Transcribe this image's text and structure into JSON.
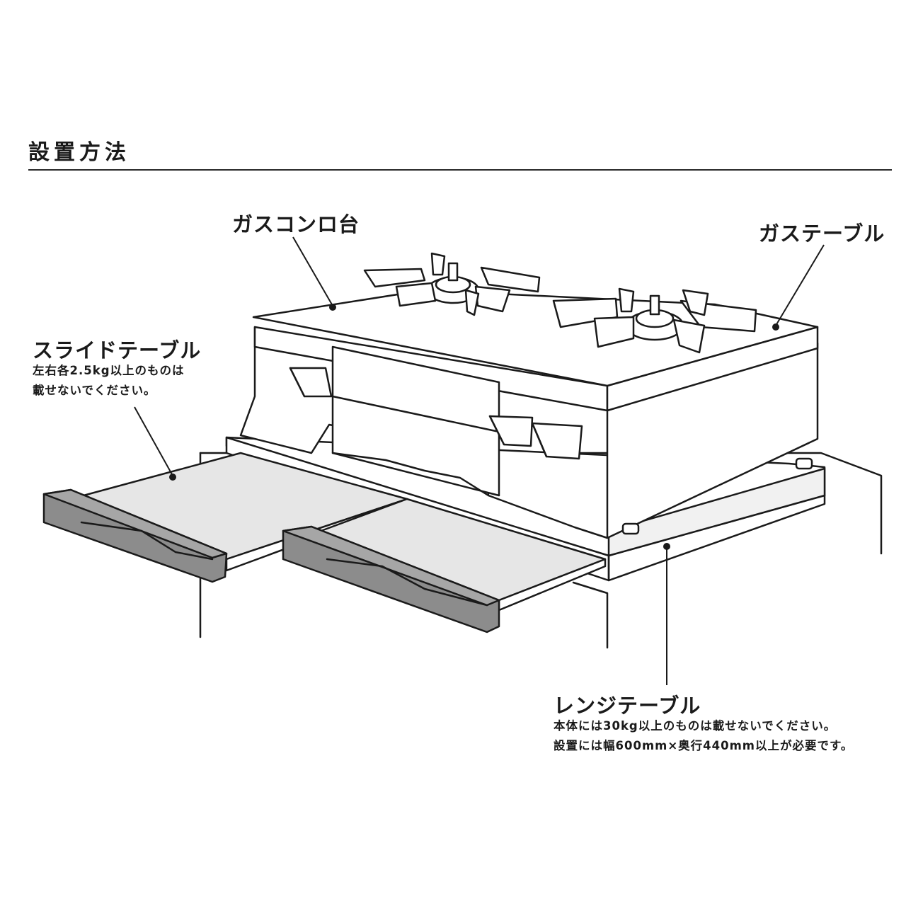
{
  "header": {
    "title": "設置方法"
  },
  "labels": {
    "stand": "ガスコンロ台",
    "gas_table": "ガステーブル",
    "slide_table": {
      "name": "スライドテーブル",
      "note_line1": "左右各2.5kg以上のものは",
      "note_line2": "載せないでください。"
    },
    "range_table": {
      "name": "レンジテーブル",
      "note_line1": "本体には30kg以上のものは載せないでください。",
      "note_line2": "設置には幅600mm×奥行440mm以上が必要です。"
    }
  },
  "colors": {
    "line": "#1a1a1a",
    "tray_fill": "#e6e6e6",
    "handle_fill": "#8c8c8c",
    "background": "#ffffff"
  }
}
